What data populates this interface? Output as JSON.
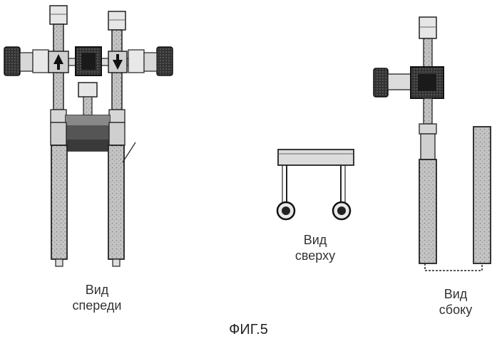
{
  "labels": {
    "front_line1": "Вид",
    "front_line2": "спереди",
    "top_line1": "Вид",
    "top_line2": "сверху",
    "side_line1": "Вид",
    "side_line2": "сбоку"
  },
  "caption": "ФИГ.5",
  "colors": {
    "ink": "#222222",
    "dark_block": "#2a2a2a",
    "tube_fill": "#bdbdbd",
    "light_fill": "#e0e0e0"
  }
}
